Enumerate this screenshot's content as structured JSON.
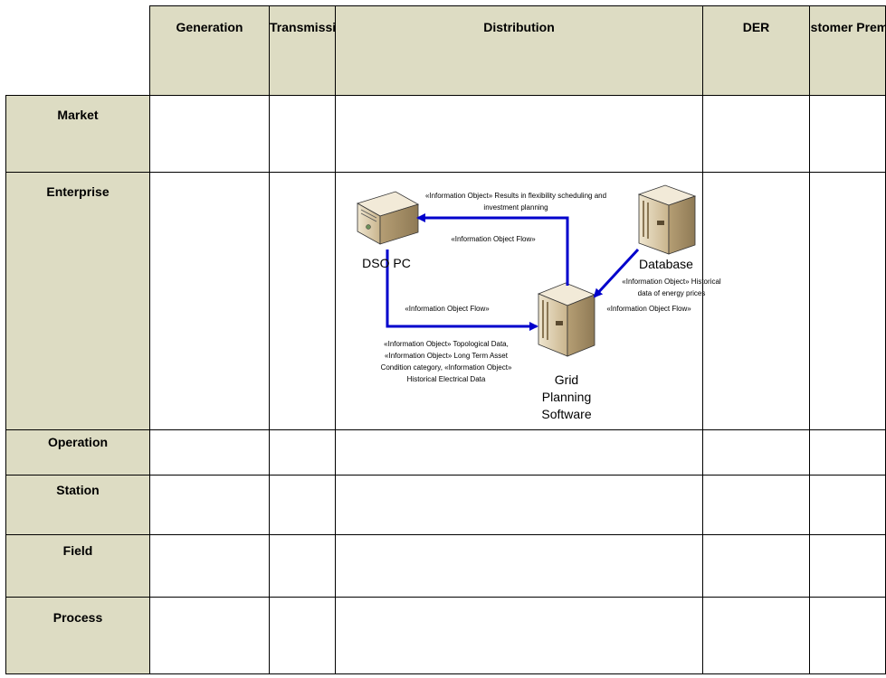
{
  "domains": [
    "Generation",
    "Transmission",
    "Distribution",
    "DER",
    "Customer Premises"
  ],
  "zones": [
    "Market",
    "Enterprise",
    "Operation",
    "Station",
    "Field",
    "Process"
  ],
  "components": {
    "dsc_pc": "DSO PC",
    "database": "Database",
    "grid_planning": [
      "Grid",
      "Planning",
      "Software"
    ]
  },
  "flows": {
    "results": {
      "object_lines": [
        "«Information Object» Results in flexibility scheduling and",
        "investment planning"
      ],
      "flow_label": "«Information Object Flow»"
    },
    "historical_prices": {
      "object_lines": [
        "«Information Object» Historical",
        "data of energy prices"
      ],
      "flow_label": "«Information Object Flow»"
    },
    "topological": {
      "flow_label": "«Information Object Flow»",
      "object_lines": [
        "«Information Object» Topological Data,",
        "«Information Object» Long Term Asset",
        "Condition category, «Information Object»",
        "Historical Electrical Data"
      ]
    }
  },
  "colors": {
    "header_fill": "#dddcc3",
    "flow_arrow": "#0000cc",
    "grid_line": "#000000"
  }
}
